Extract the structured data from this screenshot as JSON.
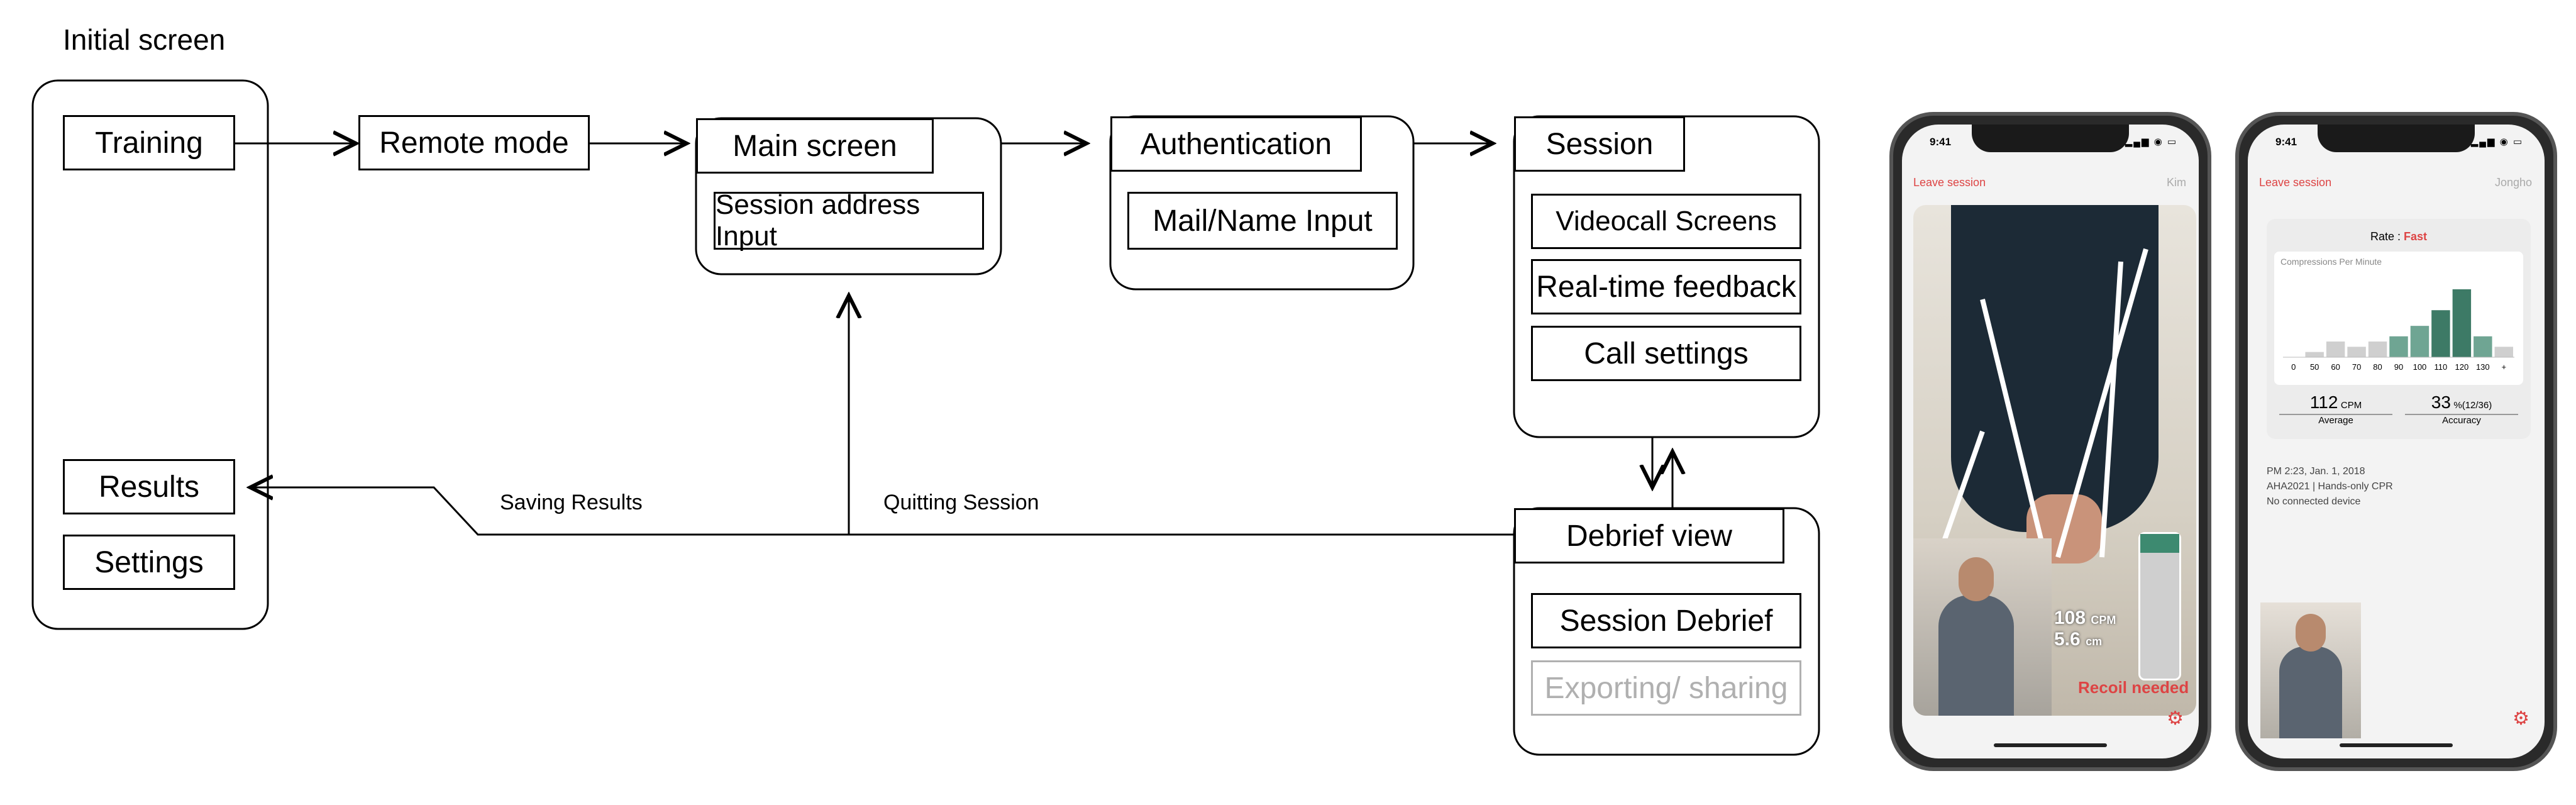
{
  "title": "Initial screen",
  "nodes": {
    "training": "Training",
    "results": "Results",
    "settings": "Settings",
    "remote_mode": "Remote mode",
    "main_screen": "Main screen",
    "session_address_input": "Session address Input",
    "authentication": "Authentication",
    "mail_name_input": "Mail/Name Input",
    "session": "Session",
    "videocall_screens": "Videocall Screens",
    "realtime_feedback": "Real-time feedback",
    "call_settings": "Call settings",
    "debrief_view": "Debrief view",
    "session_debrief": "Session Debrief",
    "exporting_sharing": "Exporting/ sharing"
  },
  "edges": {
    "saving_results": "Saving Results",
    "quitting_session": "Quitting Session"
  },
  "phone1": {
    "time": "9:41",
    "leave": "Leave session",
    "user": "Kim",
    "cpr_value": "108",
    "cpr_unit": "CPM",
    "depth_value": "5.6",
    "depth_unit": "cm",
    "feedback": "Recoil needed"
  },
  "phone2": {
    "time": "9:41",
    "leave": "Leave session",
    "user": "Jongho",
    "rate_label": "Rate :",
    "rate_value": "Fast",
    "histogram_title": "Compressions Per Minute",
    "average_value": "112",
    "average_unit": "CPM",
    "average_label": "Average",
    "accuracy_value": "33",
    "accuracy_unit": "%(12/36)",
    "accuracy_label": "Accuracy",
    "info_line1": "PM 2:23, Jan. 1, 2018",
    "info_line2": "AHA2021 | Hands-only CPR",
    "info_line3": "No connected device"
  },
  "histogram": {
    "bins": [
      "0",
      "50",
      "60",
      "70",
      "80",
      "90",
      "100",
      "110",
      "120",
      "130",
      "+"
    ],
    "values": [
      0,
      1,
      3,
      2,
      3,
      4,
      6,
      9,
      13,
      4,
      2
    ]
  },
  "colors": {
    "accent_red": "#d94444",
    "bar_dark": "#3d7a66",
    "bar_light": "#cfcfcf"
  }
}
